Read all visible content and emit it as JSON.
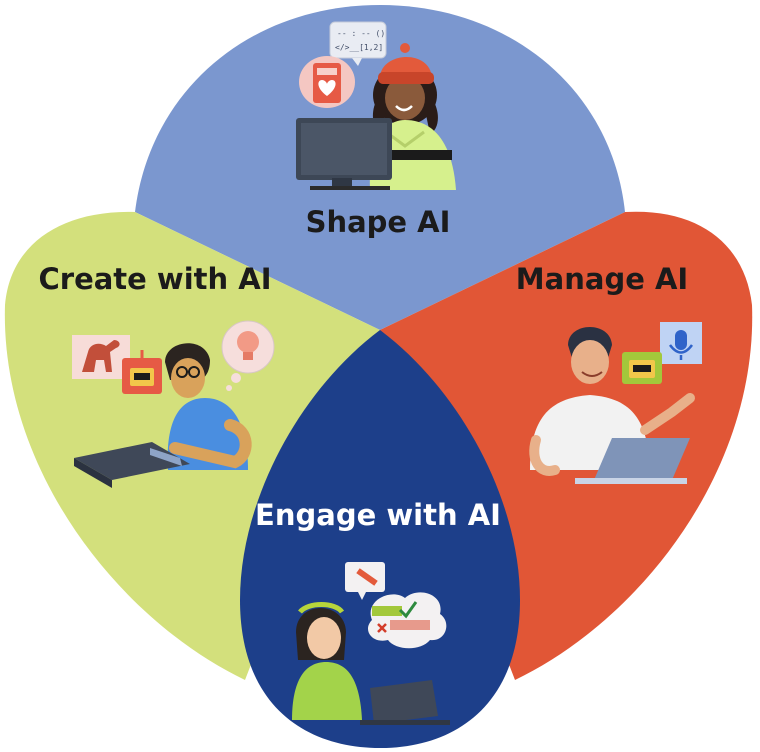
{
  "diagram": {
    "colors": {
      "shape": "#7b97cf",
      "create": "#d3e07c",
      "manage": "#e15636",
      "engage": "#1d3f8a",
      "dark_text": "#1b1b1b",
      "light_text": "#ffffff"
    },
    "petals": {
      "shape": {
        "label": "Shape AI",
        "icon": "coding-person-icon"
      },
      "create": {
        "label": "Create with AI",
        "icon": "creative-person-icon"
      },
      "manage": {
        "label": "Manage AI",
        "icon": "manager-person-icon"
      },
      "engage": {
        "label": "Engage with AI",
        "icon": "engaging-person-icon"
      }
    },
    "code_bubble": {
      "line1": "-- : -- ()",
      "line2": "</>__[1,2]"
    }
  }
}
